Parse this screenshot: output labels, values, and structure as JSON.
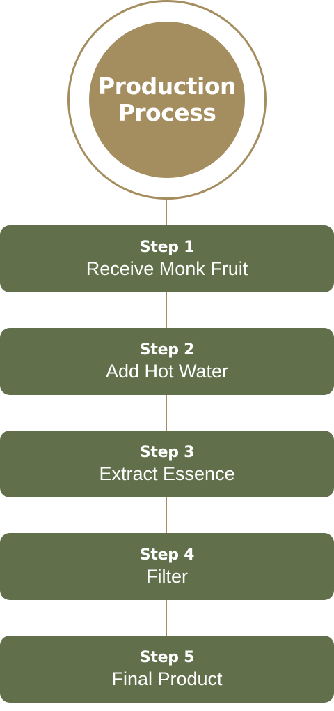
{
  "title": {
    "line1": "Production",
    "line2": "Process"
  },
  "steps": [
    {
      "label": "Step 1",
      "text": "Receive Monk Fruit"
    },
    {
      "label": "Step 2",
      "text": "Add Hot Water"
    },
    {
      "label": "Step 3",
      "text": "Extract Essence"
    },
    {
      "label": "Step 4",
      "text": "Filter"
    },
    {
      "label": "Step 5",
      "text": "Final Product"
    }
  ],
  "colors": {
    "gold": "#a48d5e",
    "green": "#61704b",
    "text": "#ffffff"
  }
}
